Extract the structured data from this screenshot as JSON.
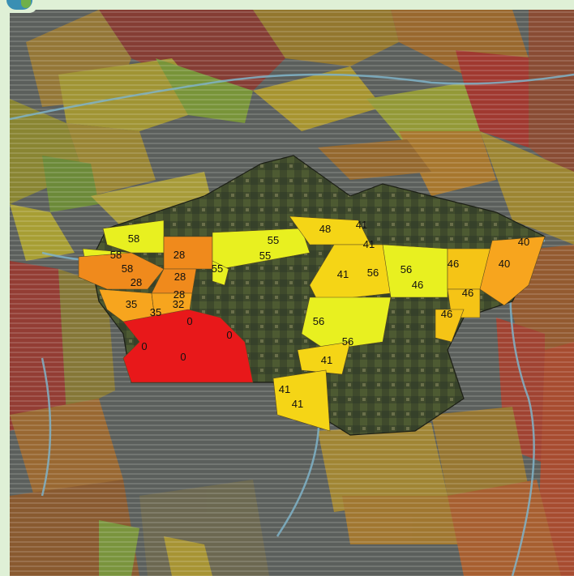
{
  "map": {
    "zones": [
      {
        "id": "z1",
        "value": "58",
        "color": "#e8f020"
      },
      {
        "id": "z2",
        "value": "58",
        "color": "#e8f020"
      },
      {
        "id": "z3",
        "value": "58",
        "color": "#e8f020"
      },
      {
        "id": "z4",
        "value": "28",
        "color": "#f08a1c"
      },
      {
        "id": "z5",
        "value": "28",
        "color": "#f08a1c"
      },
      {
        "id": "z6",
        "value": "28",
        "color": "#f08a1c"
      },
      {
        "id": "z7",
        "value": "28",
        "color": "#f08a1c"
      },
      {
        "id": "z8",
        "value": "35",
        "color": "#f7a51e"
      },
      {
        "id": "z9",
        "value": "35",
        "color": "#f7a51e"
      },
      {
        "id": "z10",
        "value": "32",
        "color": "#f7a51e"
      },
      {
        "id": "z11",
        "value": "0",
        "color": "#e8181a"
      },
      {
        "id": "z12",
        "value": "0",
        "color": "#e8181a"
      },
      {
        "id": "z13",
        "value": "0",
        "color": "#e8181a"
      },
      {
        "id": "z14",
        "value": "0",
        "color": "#e8181a"
      },
      {
        "id": "z15",
        "value": "55",
        "color": "#e8f020"
      },
      {
        "id": "z16",
        "value": "55",
        "color": "#e8f020"
      },
      {
        "id": "z17",
        "value": "55",
        "color": "#e8f020"
      },
      {
        "id": "z18",
        "value": "48",
        "color": "#f5d516"
      },
      {
        "id": "z19",
        "value": "41",
        "color": "#f5d516"
      },
      {
        "id": "z20",
        "value": "41",
        "color": "#f5d516"
      },
      {
        "id": "z21",
        "value": "41",
        "color": "#f5d516"
      },
      {
        "id": "z22",
        "value": "56",
        "color": "#e8f020"
      },
      {
        "id": "z23",
        "value": "56",
        "color": "#e8f020"
      },
      {
        "id": "z24",
        "value": "56",
        "color": "#e8f020"
      },
      {
        "id": "z25",
        "value": "56",
        "color": "#e8f020"
      },
      {
        "id": "z26",
        "value": "46",
        "color": "#f5c416"
      },
      {
        "id": "z27",
        "value": "46",
        "color": "#f5c416"
      },
      {
        "id": "z28",
        "value": "46",
        "color": "#f5c416"
      },
      {
        "id": "z29",
        "value": "46",
        "color": "#f5c416"
      },
      {
        "id": "z30",
        "value": "40",
        "color": "#f7a51e"
      },
      {
        "id": "z31",
        "value": "40",
        "color": "#f7a51e"
      },
      {
        "id": "z32",
        "value": "41",
        "color": "#f5d516"
      },
      {
        "id": "z33",
        "value": "41",
        "color": "#f5d516"
      },
      {
        "id": "z34",
        "value": "41",
        "color": "#f5d516"
      }
    ]
  }
}
